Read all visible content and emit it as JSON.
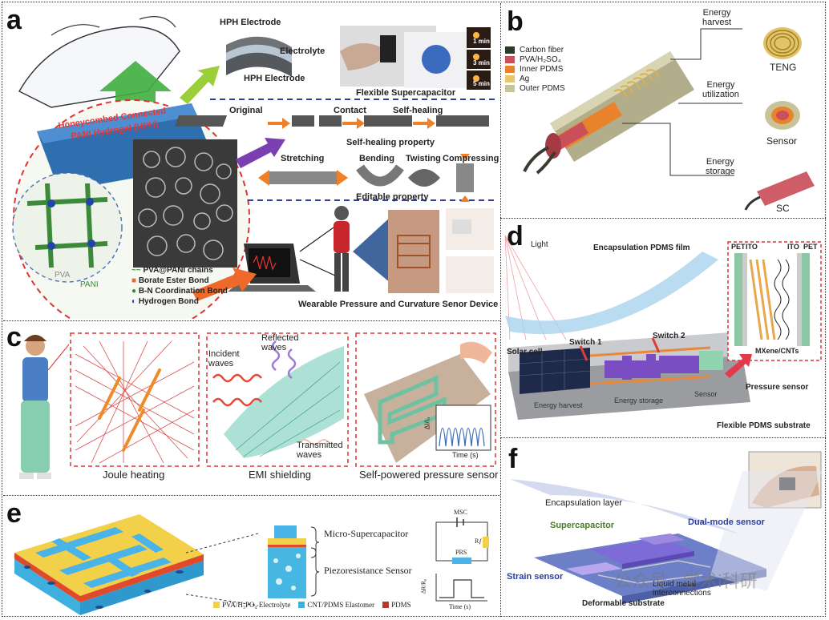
{
  "labels": {
    "a": "a",
    "b": "b",
    "c": "c",
    "d": "d",
    "e": "e",
    "f": "f"
  },
  "panel_a": {
    "hph_electrode_top": "HPH Electrode",
    "electrolyte": "Electrolyte",
    "hph_electrode_bottom": "HPH Electrode",
    "flexible_supercapacitor": "Flexible Supercapacitor",
    "time_1": "1 min",
    "time_3": "3 min",
    "time_5": "5 min",
    "hydrogel_title_1": "Honeycombed Connected",
    "hydrogel_title_2": "PANI Hydrogel (HPH)",
    "original": "Original",
    "contact": "Contact",
    "self_healing": "Self-healing",
    "self_healing_property": "Self-healing property",
    "stretching": "Stretching",
    "bending": "Bending",
    "twisting": "Twisting",
    "compressing": "Compressing",
    "editable_property": "Editable property",
    "pva": "PVA",
    "pani": "PANI",
    "legend_chains": "PVA@PANI chains",
    "legend_borate": "Borate Ester Bond",
    "legend_bn": "B-N Coordination Bond",
    "legend_hydrogen": "Hydrogen Bond",
    "wearable": "Wearable Pressure and Curvature Senor Device"
  },
  "panel_b": {
    "legend": [
      {
        "label": "Carbon fiber",
        "color": "#2d3a2a"
      },
      {
        "label": "PVA/H₂SO₄",
        "color": "#c9505a"
      },
      {
        "label": "Inner PDMS",
        "color": "#e8832c"
      },
      {
        "label": "Ag",
        "color": "#e7c76a"
      },
      {
        "label": "Outer PDMS",
        "color": "#c9c39a"
      }
    ],
    "energy_harvest": "Energy\nharvest",
    "energy_utilization": "Energy\nutilization",
    "energy_storage": "Energy\nstorage",
    "teng": "TENG",
    "sensor": "Sensor",
    "sc": "SC"
  },
  "panel_c": {
    "joule": "Joule heating",
    "emi": "EMI shielding",
    "selfpowered": "Self-powered pressure sensor",
    "reflected": "Reflected\nwaves",
    "incident": "Incident\nwaves",
    "transmitted": "Transmitted\nwaves",
    "ylabel": "ΔI/I₀",
    "xlabel": "Time (s)"
  },
  "panel_d": {
    "light": "Light",
    "encap": "Encapsulation PDMS film",
    "pet_left": "PET",
    "ito_left": "ITO",
    "ito_right": "ITO",
    "pet_right": "PET",
    "mxene": "MXene/CNTs",
    "solar": "Solar cell",
    "switch1": "Switch 1",
    "switch2": "Switch 2",
    "pressure": "Pressure sensor",
    "harvest": "Energy harvest",
    "storage": "Energy storage",
    "sensor": "Sensor",
    "substrate": "Flexible PDMS substrate"
  },
  "panel_e": {
    "msc_label": "Micro-Supercapacitor",
    "prs_label": "Piezoresistance Sensor",
    "circuit_msc": "MSC",
    "circuit_rf": "Rƒ",
    "circuit_prs": "PRS",
    "ylabel": "ΔR/R₀",
    "xlabel": "Time (s)",
    "legend_pva": "PVA/H₃PO₄ Electrolyte",
    "legend_cnt": "CNT/PDMS Elastomer",
    "legend_pdms": "PDMS"
  },
  "panel_f": {
    "encap": "Encapsulation layer",
    "supercap": "Supercapacitor",
    "dual": "Dual-mode sensor",
    "strain": "Strain sensor",
    "liquid": "Liquid metal\ninterconnections",
    "deformable": "Deformable substrate",
    "watermark": "公众号 · 学术i科研"
  }
}
